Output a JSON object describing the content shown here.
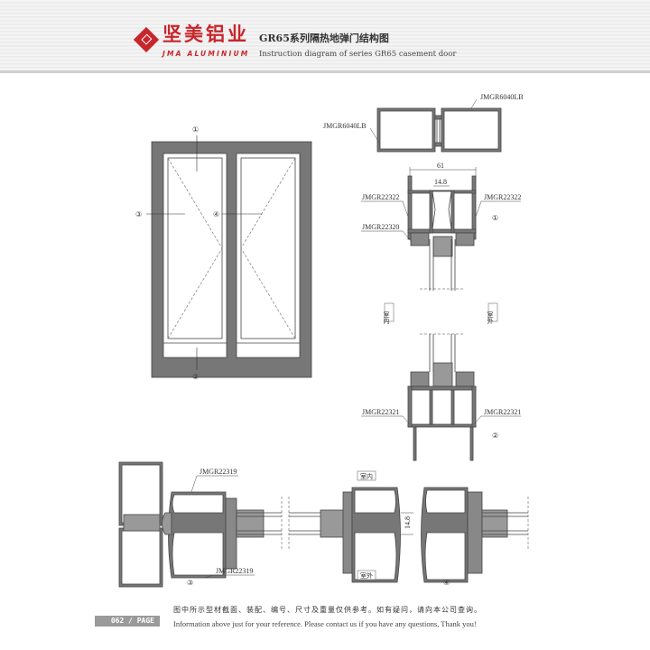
{
  "header": {
    "brand_cn": "坚美铝业",
    "brand_en": "JMA ALUMINIUM",
    "title": "GR65系列隔热地弹门结构图",
    "subtitle": "Instruction diagram of series GR65 casement door"
  },
  "elevation": {
    "markers": [
      "①",
      "②",
      "③",
      "④"
    ]
  },
  "sections": {
    "top_left_label": "JMGR6040LB",
    "top_right_label": "JMGR6040LB",
    "dim_width": "61",
    "dim_gap": "14.8",
    "left_sash": "JMGR22322",
    "right_sash": "JMGR22322",
    "bead": "JMGR22320",
    "marker_1": "①",
    "indoor": "室内",
    "outdoor": "室外",
    "bottom_left": "JMGR22321",
    "bottom_right": "JMGR22321",
    "marker_2": "②",
    "horiz_top_label": "JMGR22319",
    "horiz_bottom_label": "JMGR22319",
    "marker_3": "③",
    "marker_4": "④",
    "horiz_indoor": "室内",
    "horiz_outdoor": "室外",
    "horiz_dim": "14.8"
  },
  "footer": {
    "page": "062 / PAGE",
    "note_cn": "图中所示型材截面、装配、编号、尺寸及重量仅供参考。如有疑问，请向本公司查询。",
    "note_en": "Information above just for your reference. Please contact us if you have any questions, Thank you!"
  },
  "colors": {
    "brand": "#c8262c",
    "profile": "#6e6e6e"
  }
}
